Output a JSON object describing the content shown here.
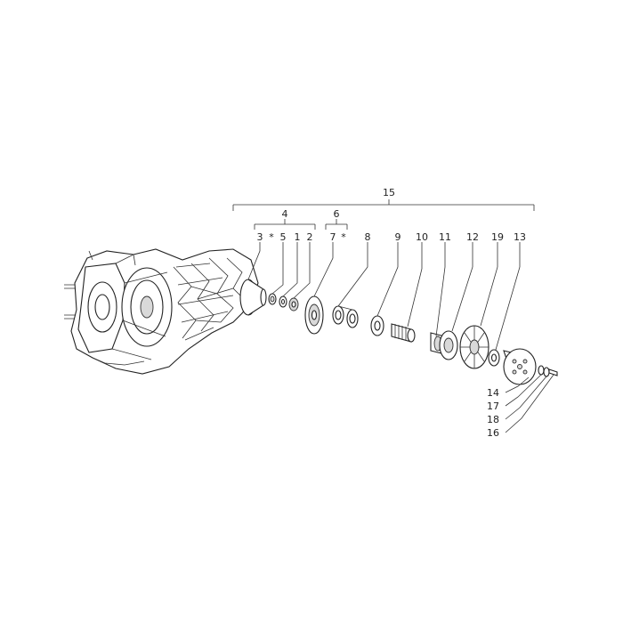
{
  "diagram": {
    "labels": {
      "l15": "15",
      "l4": "4",
      "l6": "6",
      "l3": "3",
      "l4dot": "*",
      "l5": "5",
      "l1": "1",
      "l2": "2",
      "l7": "7",
      "l6dot": "*",
      "l8": "8",
      "l9": "9",
      "l10": "10",
      "l11": "11",
      "l12": "12",
      "l19": "19",
      "l13": "13",
      "l14": "14",
      "l17": "17",
      "l18": "18",
      "l16": "16"
    }
  }
}
